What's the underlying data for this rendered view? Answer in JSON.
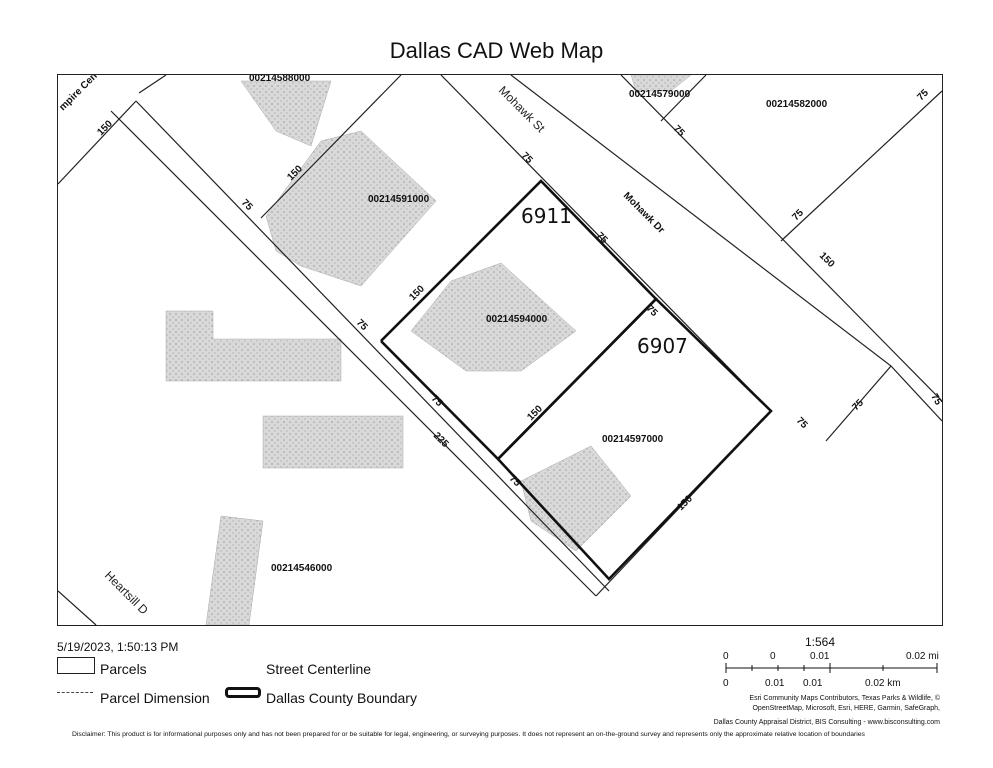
{
  "map": {
    "title": "Dallas CAD Web Map",
    "parcels": {
      "p591": "00214591000",
      "p594": "00214594000",
      "p597": "00214597000",
      "p579": "00214579000",
      "p582": "00214582000",
      "p546": "00214546000",
      "p_top": "00214588000"
    },
    "streets": {
      "mohawk_st": "Mohawk St",
      "mohawk_dr": "Mohawk Dr",
      "heartsill": "Heartsill D",
      "empire": "mpire Cen"
    },
    "handwritten": {
      "h6911": "6911",
      "h6907": "6907"
    }
  },
  "footer": {
    "datetime": "5/19/2023, 1:50:13 PM",
    "legend": {
      "parcels": "Parcels",
      "street_centerline": "Street Centerline",
      "parcel_dimension": "Parcel Dimension",
      "county_boundary": "Dallas County Boundary"
    },
    "scale": {
      "ratio": "1:564",
      "mi_0a": "0",
      "mi_0b": "0",
      "mi_001": "0.01",
      "mi_002": "0.02 mi",
      "km_0": "0",
      "km_001a": "0.01",
      "km_001b": "0.01",
      "km_002": "0.02 km"
    },
    "attribution_1": "Esri Community Maps Contributors, Texas Parks & Wildlife, ©",
    "attribution_2": "OpenStreetMap, Microsoft, Esri, HERE, Garmin, SafeGraph,",
    "attribution_3": "Dallas County Appraisal District, BIS Consulting - www.bisconsulting.com",
    "disclaimer": "Disclaimer: This product is for informational purposes only and has not been prepared for or be suitable for legal, engineering, or surveying purposes. It does not represent an on-the-ground survey and represents only the approximate relative location of boundaries"
  }
}
